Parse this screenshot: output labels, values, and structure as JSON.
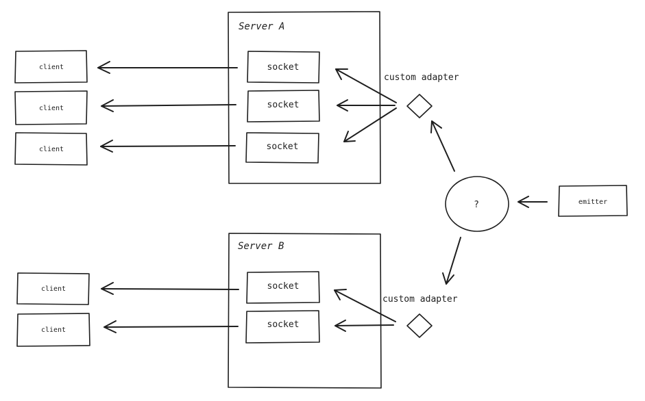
{
  "server_a": {
    "title": "Server A",
    "sockets": [
      "socket",
      "socket",
      "socket"
    ]
  },
  "server_b": {
    "title": "Server B",
    "sockets": [
      "socket",
      "socket"
    ]
  },
  "clients_a": [
    "client",
    "client",
    "client"
  ],
  "clients_b": [
    "client",
    "client"
  ],
  "adapter_a": {
    "label": "custom adapter"
  },
  "adapter_b": {
    "label": "custom adapter"
  },
  "hub": {
    "label": "?"
  },
  "emitter": {
    "label": "emitter"
  }
}
